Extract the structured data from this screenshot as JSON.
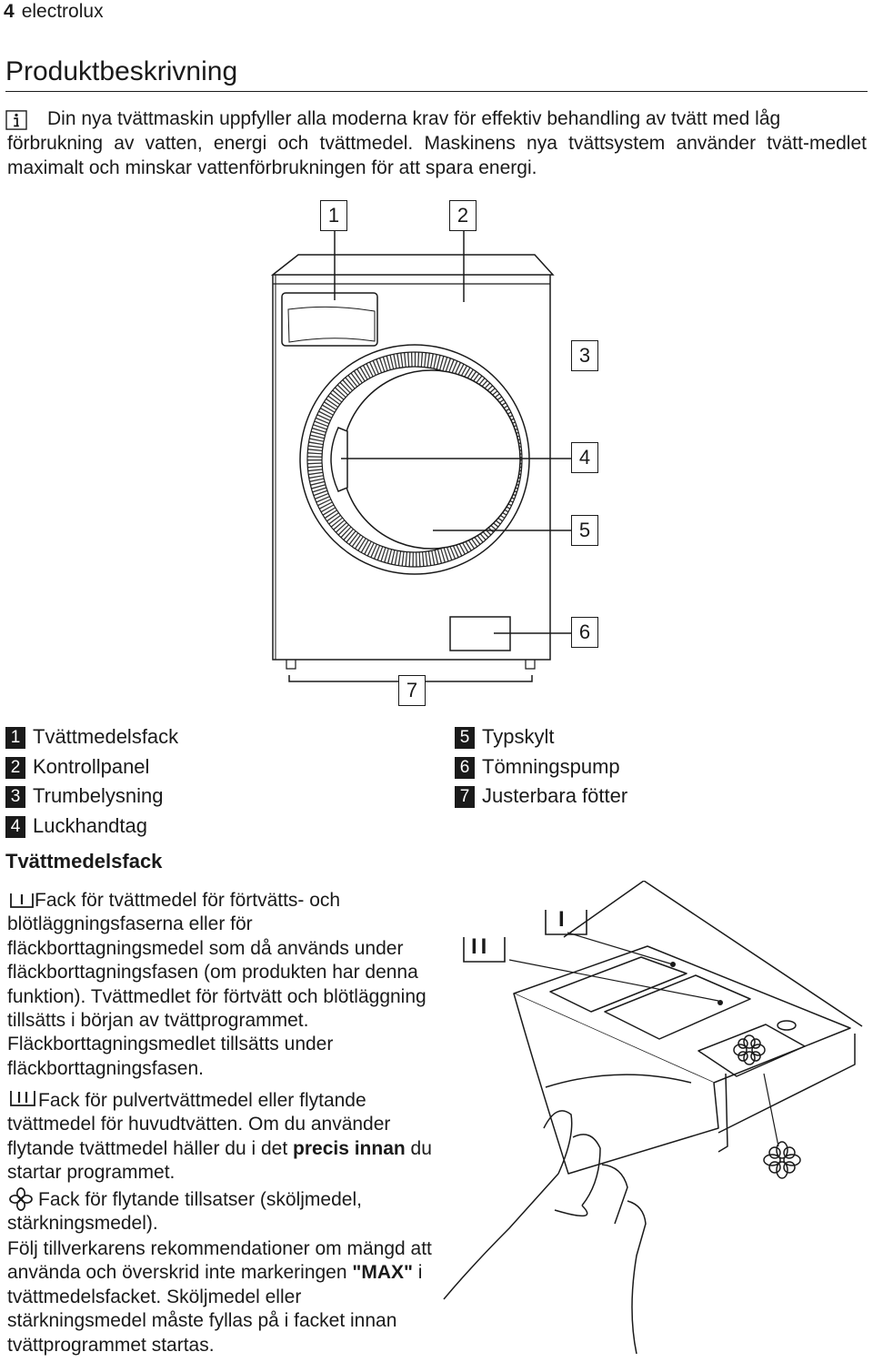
{
  "header": {
    "page_number": "4",
    "brand": "electrolux"
  },
  "title": "Produktbeskrivning",
  "intro": {
    "icon": "info-icon",
    "line1": "Din nya tvättmaskin uppfyller alla moderna krav för effektiv behandling av tvätt med låg",
    "rest": "förbrukning av vatten, energi och tvättmedel. Maskinens nya tvättsystem använder tvätt-medlet maximalt och minskar vattenförbrukningen för att spara energi."
  },
  "diagram_callouts": [
    "1",
    "2",
    "3",
    "4",
    "5",
    "6",
    "7"
  ],
  "legend": [
    {
      "num": "1",
      "label": "Tvättmedelsfack"
    },
    {
      "num": "2",
      "label": "Kontrollpanel"
    },
    {
      "num": "3",
      "label": "Trumbelysning"
    },
    {
      "num": "4",
      "label": "Luckhandtag"
    },
    {
      "num": "5",
      "label": "Typskylt"
    },
    {
      "num": "6",
      "label": "Tömningspump"
    },
    {
      "num": "7",
      "label": "Justerbara fötter"
    }
  ],
  "dispenser": {
    "heading": "Tvättmedelsfack",
    "prewash_icon": "compartment-I-icon",
    "prewash_text": "Fack för tvättmedel för förtvätts- och blötläggningsfaserna eller för fläckborttagningsmedel som då används under fläckborttagningsfasen (om produkten har denna funktion). Tvättmedlet för förtvätt och blötläggning tillsätts i början av tvättprogrammet. Fläckborttagningsmedlet tillsätts under fläckborttagningsfasen.",
    "main_icon": "compartment-II-icon",
    "main_text_1": "Fack för pulvertvättmedel eller flytande tvättmedel för huvudtvätten. Om du använder flytande tvättmedel häller du i det ",
    "main_text_bold": "precis innan",
    "main_text_2": " du startar programmet.",
    "softener_icon": "flower-icon",
    "softener_text": "Fack för flytande tillsatser (sköljmedel, stärkningsmedel).",
    "advice_1": "Följ tillverkarens rekommendationer om mängd att använda och överskrid inte markeringen ",
    "advice_bold": "\"MAX\"",
    "advice_2": " i tvättmedelsfacket. Sköljmedel eller stärkningsmedel måste fyllas på i facket innan tvättprogrammet startas."
  },
  "drawer_labels": {
    "compartment_1": "I",
    "compartment_2": "II"
  }
}
